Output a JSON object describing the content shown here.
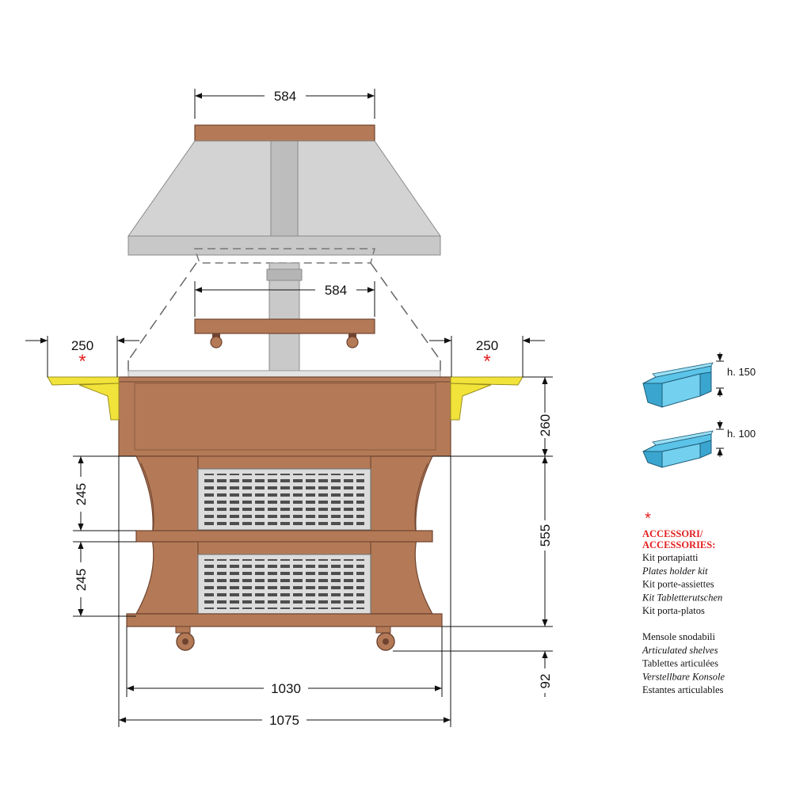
{
  "dimensions": {
    "top_width": "584",
    "shelf_width": "584",
    "left_shelf": "250",
    "right_shelf": "250",
    "upper_height": "260",
    "lower_height": "555",
    "compartment_upper": "245",
    "compartment_lower": "245",
    "wheel_height": "92",
    "inner_width": "1030",
    "total_width": "1075"
  },
  "trays": [
    {
      "label": "h. 150"
    },
    {
      "label": "h. 100"
    }
  ],
  "accessories": {
    "marker": "*",
    "title_it": "ACCESSORI/",
    "title_en": "ACCESSORIES:",
    "kit_lines": [
      {
        "text": "Kit portapiatti",
        "italic": false
      },
      {
        "text": "Plates holder kit",
        "italic": true
      },
      {
        "text": "Kit porte-assiettes",
        "italic": false
      },
      {
        "text": "Kit Tabletterutschen",
        "italic": true
      },
      {
        "text": "Kit porta-platos",
        "italic": false
      }
    ],
    "shelf_lines": [
      {
        "text": "Mensole snodabili",
        "italic": false
      },
      {
        "text": "Articulated shelves",
        "italic": true
      },
      {
        "text": "Tablettes articulées",
        "italic": false
      },
      {
        "text": "Verstellbare Konsole",
        "italic": true
      },
      {
        "text": "Estantes articulables",
        "italic": false
      }
    ]
  },
  "colors": {
    "wood": "#b47a57",
    "wood_dark": "#6e4430",
    "steel": "#d3d3d3",
    "shelf_yellow": "#f1e33a",
    "tray_blue": "#5bc4e8",
    "accent_red": "#e32020"
  }
}
